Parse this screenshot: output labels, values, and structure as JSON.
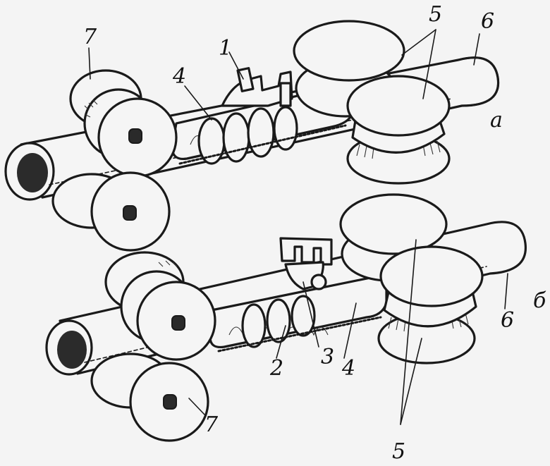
{
  "figure": {
    "labels": {
      "part_1": "1",
      "part_2": "2",
      "part_3": "3",
      "part_4_top": "4",
      "part_4_bottom": "4",
      "part_5_top": "5",
      "part_5_bottom": "5",
      "part_6_top": "6",
      "part_6_bottom": "6",
      "part_7_top": "7",
      "part_7_bottom": "7",
      "view_a": "а",
      "view_b": "б"
    }
  }
}
